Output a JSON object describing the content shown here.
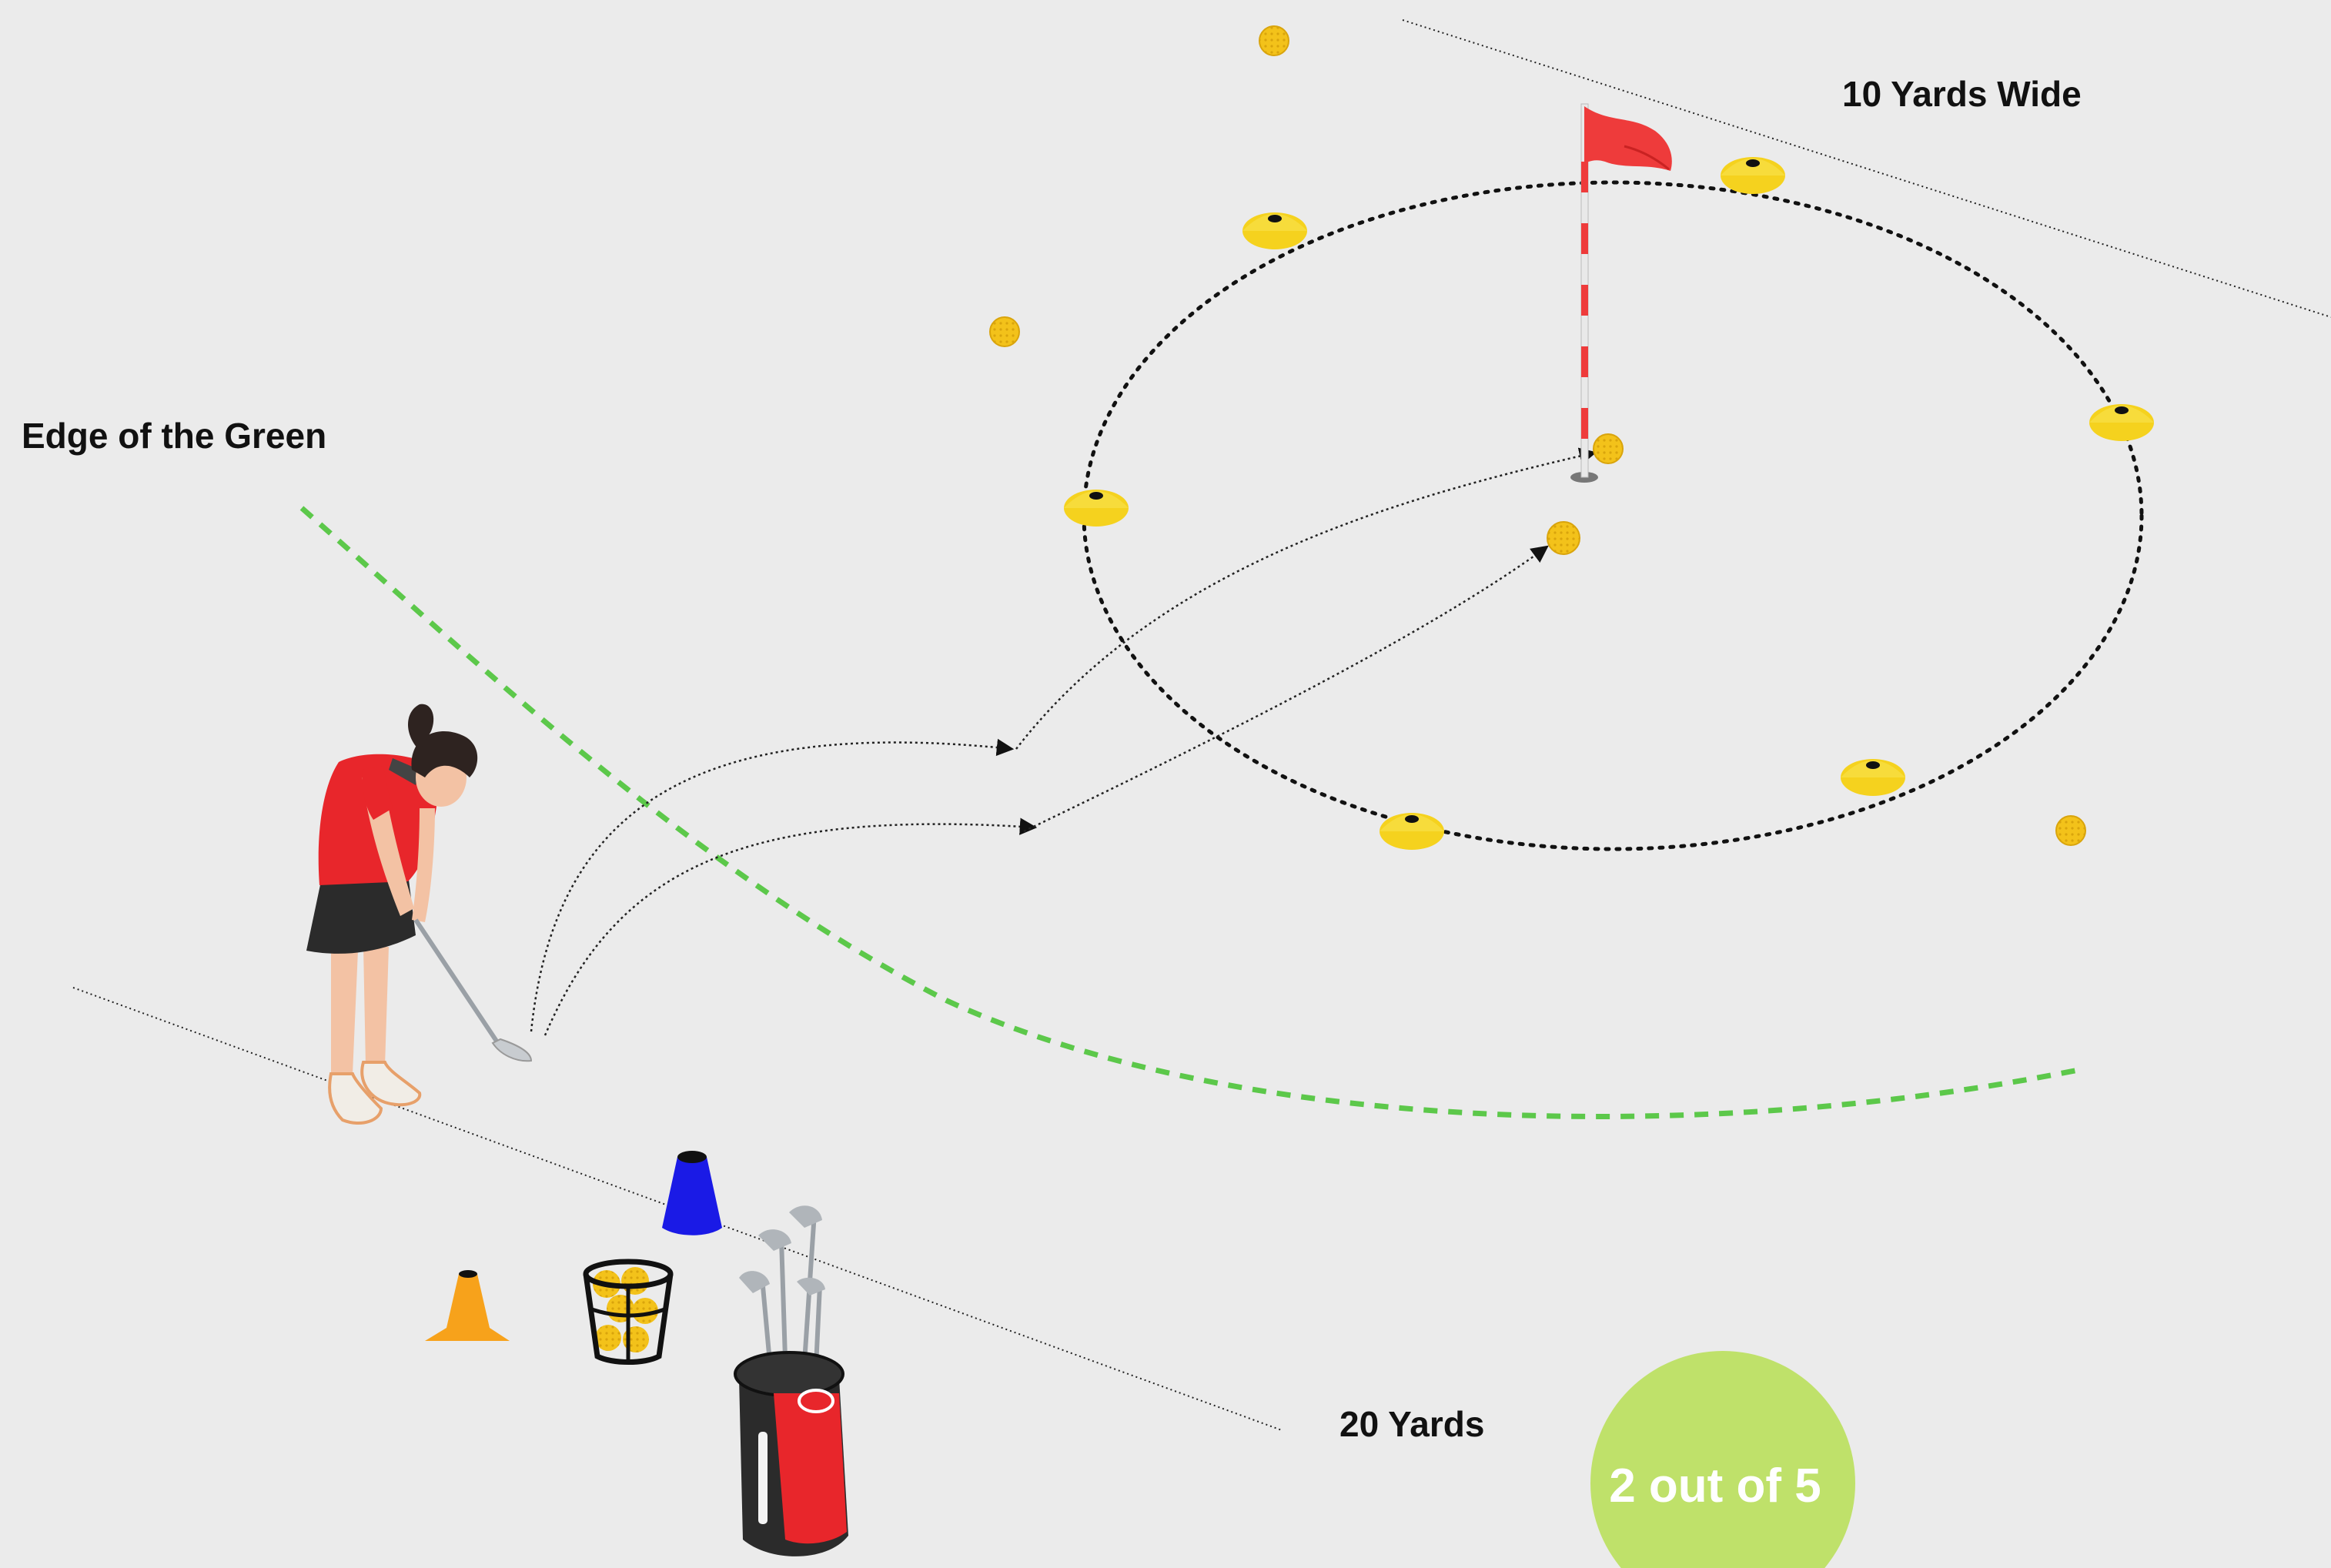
{
  "labels": {
    "edge_of_green": "Edge of the Green",
    "ten_yards_wide": "10 Yards Wide",
    "twenty_yards": "20 Yards"
  },
  "score": {
    "text": "2 out of 5",
    "made": 2,
    "total": 5
  },
  "colors": {
    "background": "#ebebeb",
    "green_edge_line": "#5cc84a",
    "target_circle": "#111111",
    "cone_yellow": "#f5d21e",
    "cone_orange": "#f7a21b",
    "cone_blue": "#1a1ae6",
    "flag_red": "#ee3b3b",
    "score_badge": "#bfe16a",
    "shirt_red": "#e8262b"
  },
  "icons": [
    "golfer-icon",
    "flag-icon",
    "disc-cone-icon",
    "golf-ball-icon",
    "traffic-cone-icon",
    "ball-basket-icon",
    "golf-bag-icon"
  ]
}
